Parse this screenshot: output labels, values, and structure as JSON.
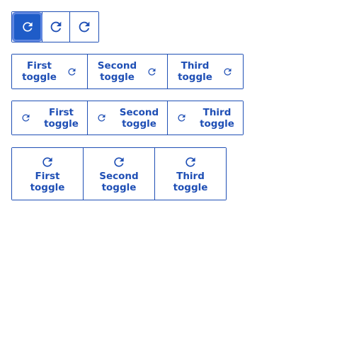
{
  "colors": {
    "accent": "#1f4fb5",
    "selected_bg": "#1f5cc8",
    "focus_ring": "#5f86e0",
    "background": "#ffffff"
  },
  "icon": "refresh-icon",
  "groups": {
    "icon_only": {
      "selected_index": 0,
      "count": 3
    },
    "text_icon_end": {
      "items": [
        {
          "label_line1": "First",
          "label_line2": "toggle"
        },
        {
          "label_line1": "Second",
          "label_line2": "toggle"
        },
        {
          "label_line1": "Third",
          "label_line2": "toggle"
        }
      ]
    },
    "text_icon_start": {
      "items": [
        {
          "label_line1": "First",
          "label_line2": "toggle"
        },
        {
          "label_line1": "Second",
          "label_line2": "toggle"
        },
        {
          "label_line1": "Third",
          "label_line2": "toggle"
        }
      ]
    },
    "text_icon_top": {
      "items": [
        {
          "label_line1": "First",
          "label_line2": "toggle"
        },
        {
          "label_line1": "Second",
          "label_line2": "toggle"
        },
        {
          "label_line1": "Third",
          "label_line2": "toggle"
        }
      ]
    }
  }
}
